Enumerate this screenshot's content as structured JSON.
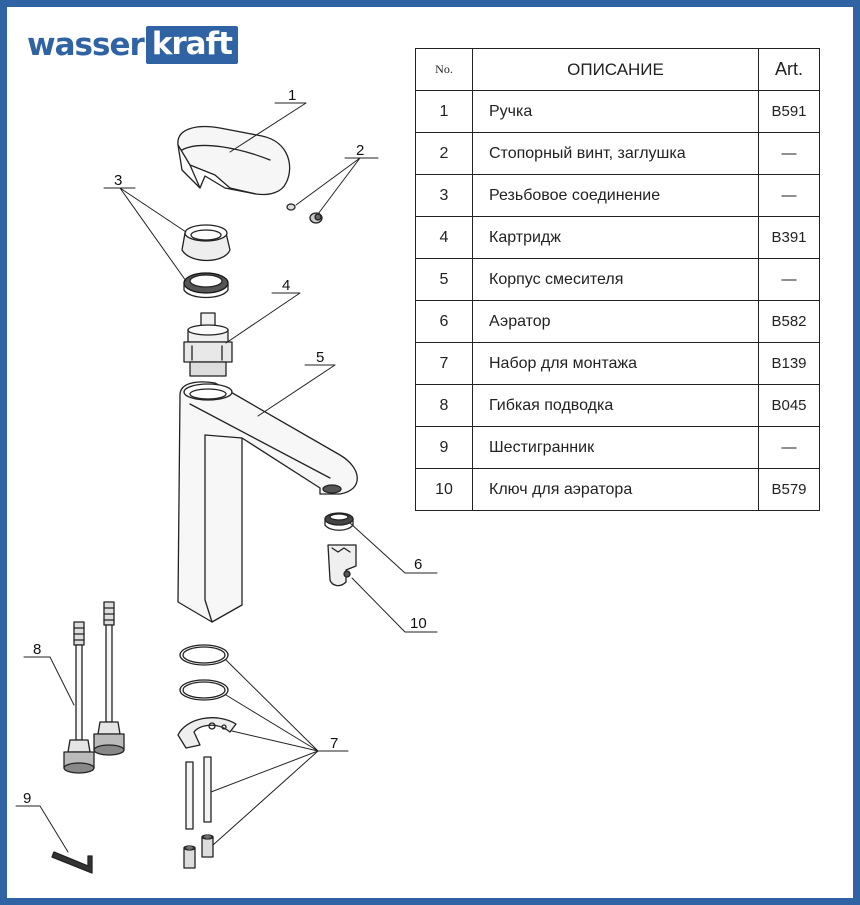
{
  "brand": {
    "part1": "wasser",
    "part2": "kraft"
  },
  "table": {
    "headers": {
      "no": "No.",
      "description": "ОПИСАНИЕ",
      "art": "Art."
    },
    "rows": [
      {
        "no": "1",
        "description": "Ручка",
        "art": "B591"
      },
      {
        "no": "2",
        "description": "Стопорный винт, заглушка",
        "art": "—"
      },
      {
        "no": "3",
        "description": "Резьбовое соединение",
        "art": "—"
      },
      {
        "no": "4",
        "description": "Картридж",
        "art": "B391"
      },
      {
        "no": "5",
        "description": "Корпус смесителя",
        "art": "—"
      },
      {
        "no": "6",
        "description": "Аэратор",
        "art": "B582"
      },
      {
        "no": "7",
        "description": "Набор для монтажа",
        "art": "B139"
      },
      {
        "no": "8",
        "description": "Гибкая подводка",
        "art": "B045"
      },
      {
        "no": "9",
        "description": "Шестигранник",
        "art": "—"
      },
      {
        "no": "10",
        "description": "Ключ для аэратора",
        "art": "B579"
      }
    ]
  },
  "callouts": [
    "1",
    "2",
    "3",
    "4",
    "5",
    "6",
    "7",
    "8",
    "9",
    "10"
  ],
  "colors": {
    "brand": "#2f63a3",
    "line": "#222222"
  }
}
